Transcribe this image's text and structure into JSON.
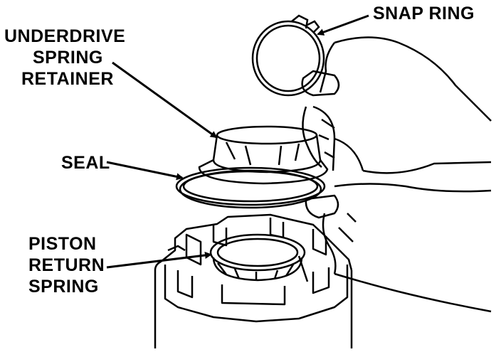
{
  "labels": {
    "snap_ring": "SNAP RING",
    "underdrive_spring_retainer": [
      "UNDERDRIVE",
      "SPRING",
      "RETAINER"
    ],
    "seal": "SEAL",
    "piston_return_spring": [
      "PISTON",
      "RETURN",
      "SPRING"
    ]
  }
}
